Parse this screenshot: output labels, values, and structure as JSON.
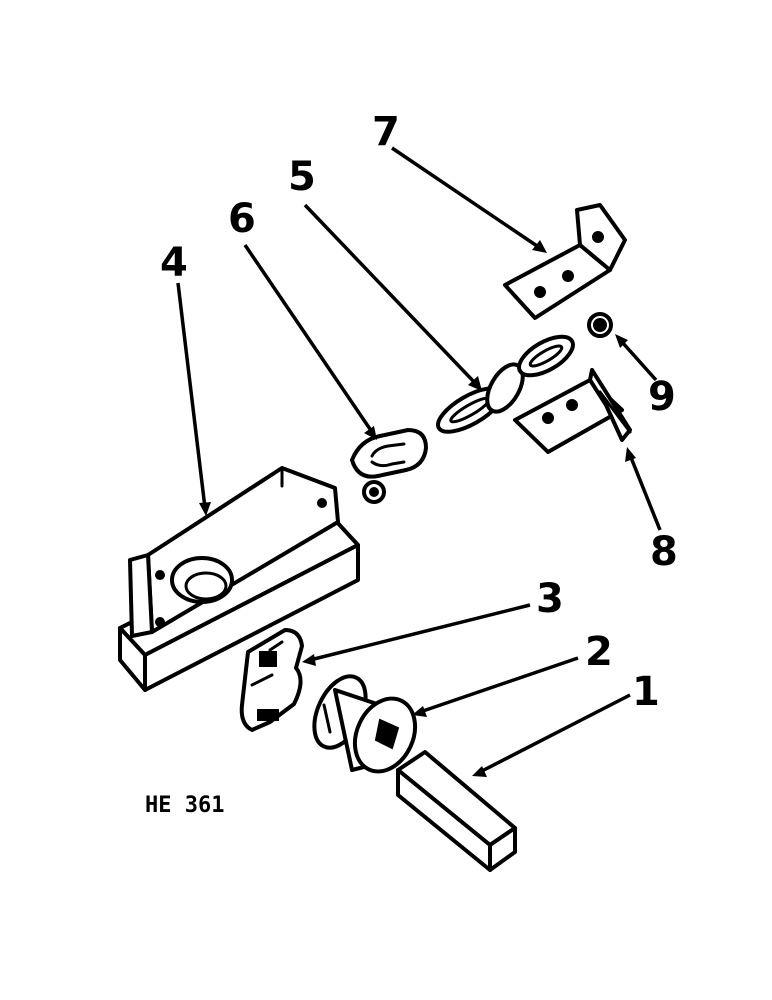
{
  "figure": {
    "id": "HE 361",
    "callouts": [
      {
        "number": "1"
      },
      {
        "number": "2"
      },
      {
        "number": "3"
      },
      {
        "number": "4"
      },
      {
        "number": "5"
      },
      {
        "number": "6"
      },
      {
        "number": "7"
      },
      {
        "number": "8"
      },
      {
        "number": "9"
      }
    ]
  },
  "colors": {
    "ink": "#000000",
    "paper": "#ffffff"
  }
}
